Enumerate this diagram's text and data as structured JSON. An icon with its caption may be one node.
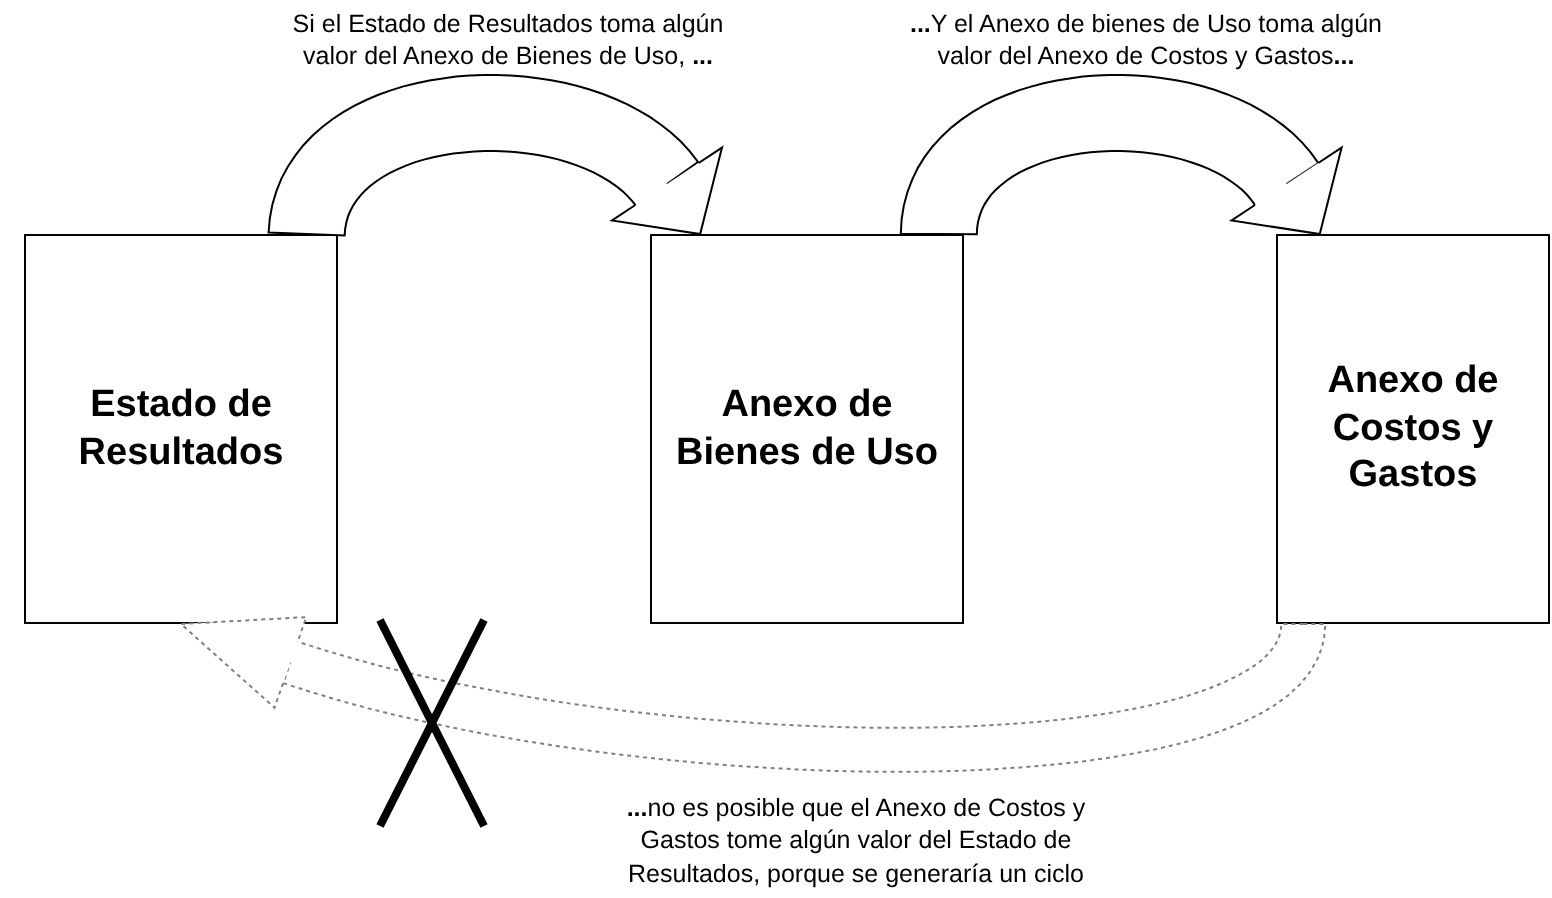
{
  "diagram": {
    "nodes": [
      {
        "text": [
          "Estado de Resultados"
        ]
      },
      {
        "text": [
          "Anexo de Bienes de Uso"
        ]
      },
      {
        "text": [
          "Anexo de Costos y Gastos"
        ]
      }
    ],
    "edges": [
      {
        "from": 0,
        "to": 1,
        "arrow": "to",
        "label": "Si el Estado de Resultados toma algún valor del Anexo de Bienes de Uso, **...**"
      },
      {
        "from": 1,
        "to": 2,
        "arrow": "to",
        "label": "**...**Y el Anexo de bienes de Uso toma algún valor del Anexo de Costos y Gastos**...**"
      },
      {
        "from": 2,
        "to": 0,
        "arrow": "to",
        "style": "dashed",
        "color": "#808080",
        "label": "**...**no es posible que el Anexo de Costos y Gastos tome algún valor del Estado de Resultados, porque se generaría un ciclo"
      }
    ]
  }
}
